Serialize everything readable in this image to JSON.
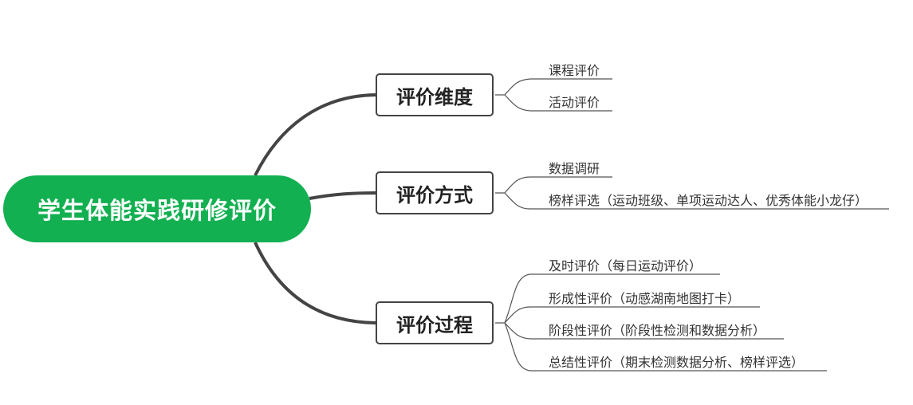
{
  "root": {
    "label": "学生体能实践研修评价"
  },
  "branches": [
    {
      "label": "评价维度",
      "leaves": [
        "课程评价",
        "活动评价"
      ]
    },
    {
      "label": "评价方式",
      "leaves": [
        "数据调研",
        "榜样评选（运动班级、单项运动达人、优秀体能小龙仔）"
      ]
    },
    {
      "label": "评价过程",
      "leaves": [
        "及时评价（每日运动评价）",
        "形成性评价（动感湖南地图打卡）",
        "阶段性评价（阶段性检测和数据分析）",
        "总结性评价（期末检测数据分析、榜样评选）"
      ]
    }
  ],
  "colors": {
    "root_fill": "#12b050",
    "root_text": "#ffffff",
    "connector": "#444444",
    "leaf_line": "#555555"
  }
}
